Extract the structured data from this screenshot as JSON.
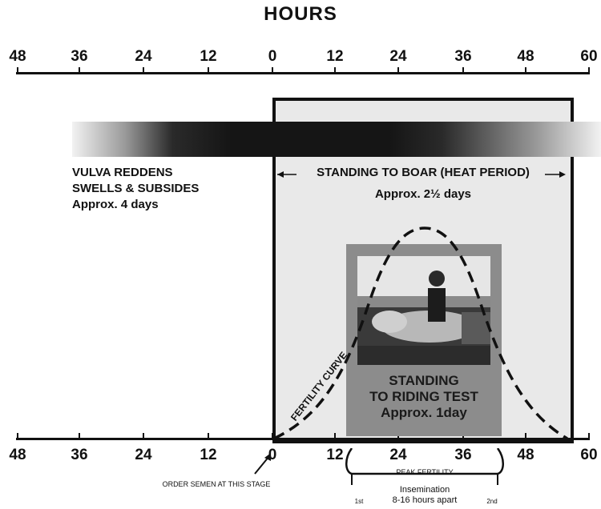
{
  "title": "HOURS",
  "top_axis_labels": [
    "48",
    "36",
    "24",
    "12",
    "0",
    "12",
    "24",
    "36",
    "48",
    "60"
  ],
  "bottom_axis_labels": [
    "48",
    "36",
    "24",
    "12",
    "0",
    "12",
    "24",
    "36",
    "48",
    "60"
  ],
  "vulva": {
    "line1": "VULVA REDDENS",
    "line2": "SWELLS & SUBSIDES",
    "line3": "Approx. 4 days"
  },
  "heat_period": {
    "label": "STANDING TO BOAR (HEAT PERIOD)",
    "duration": "Approx. 2½ days"
  },
  "fertility_curve_label": "FERTILITY CURVE",
  "riding_test": {
    "line1": "STANDING",
    "line2": "TO RIDING TEST",
    "line3": "Approx. 1day"
  },
  "order_semen": "ORDER SEMEN AT THIS STAGE",
  "peak_fertility": "PEAK FERTILITY",
  "insemination": {
    "line1": "Insemination",
    "line2": "8-16 hours apart",
    "first": "1st",
    "second": "2nd"
  }
}
